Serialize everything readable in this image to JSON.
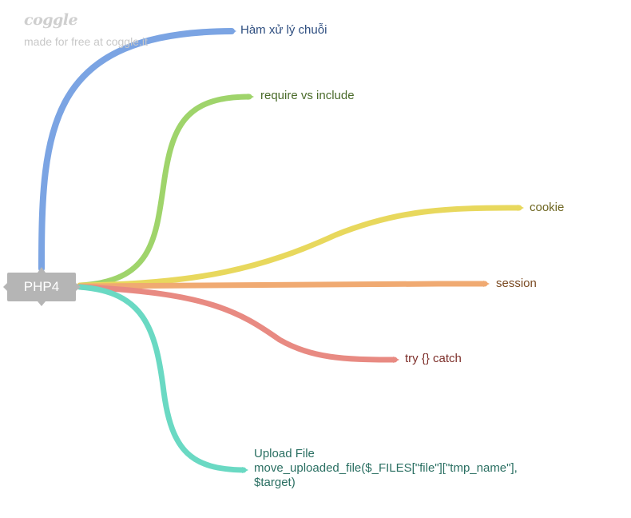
{
  "brand": {
    "logo": "coggle",
    "tagline": "made for free at coggle.it"
  },
  "root": {
    "label": "PHP4",
    "color": "#b5b5b5"
  },
  "branches": [
    {
      "label": "Hàm xử lý chuỗi",
      "color": "#7ba4e3",
      "text_color": "#2d4d7f"
    },
    {
      "label": "require vs include",
      "color": "#9fd46b",
      "text_color": "#4a6b2a"
    },
    {
      "label": "cookie",
      "color": "#e8d85d",
      "text_color": "#6e6621"
    },
    {
      "label": "session",
      "color": "#f0aa72",
      "text_color": "#7a4a22"
    },
    {
      "label": "try {} catch",
      "color": "#e88a82",
      "text_color": "#7d2f2a"
    },
    {
      "label_lines": [
        "Upload File",
        "move_uploaded_file($_FILES[\"file\"][\"tmp_name\"],",
        "$target)"
      ],
      "color": "#6ad9c3",
      "text_color": "#2a6f62"
    }
  ]
}
